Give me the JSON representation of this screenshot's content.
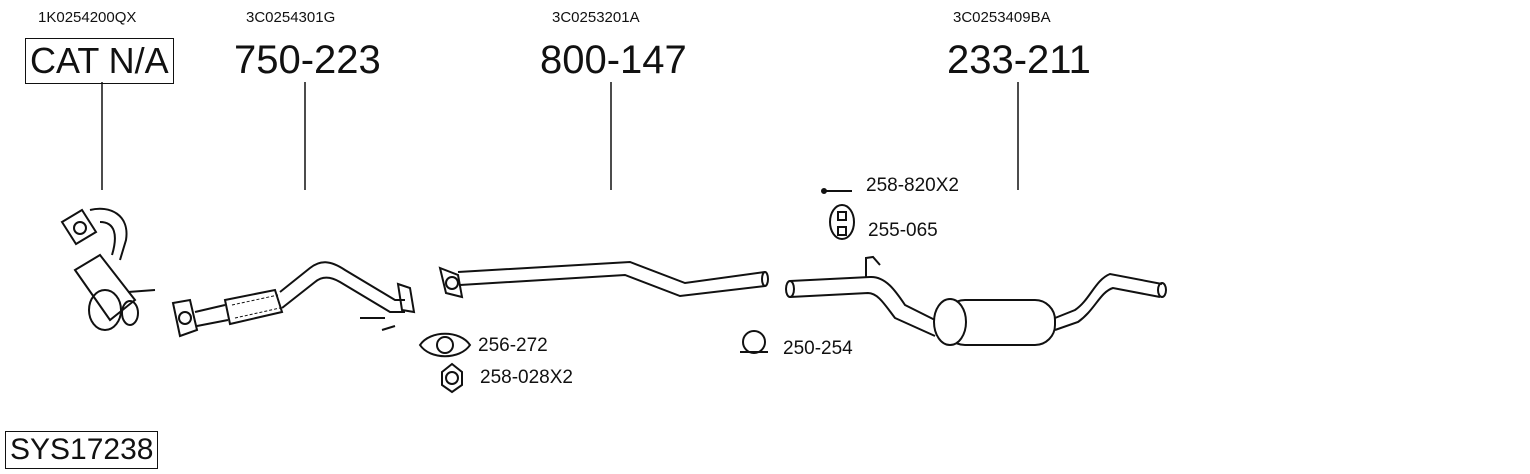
{
  "system_code": "SYS17238",
  "parts": [
    {
      "oe_number": "1K0254200QX",
      "part_number": "CAT N/A"
    },
    {
      "oe_number": "3C0254301G",
      "part_number": "750-223"
    },
    {
      "oe_number": "3C0253201A",
      "part_number": "800-147"
    },
    {
      "oe_number": "3C0253409BA",
      "part_number": "233-211"
    }
  ],
  "accessories": [
    {
      "part_number": "256-272",
      "icon": "gasket-icon"
    },
    {
      "part_number": "258-028X2",
      "icon": "nut-icon"
    },
    {
      "part_number": "250-254",
      "icon": "clamp-icon"
    },
    {
      "part_number": "258-820X2",
      "icon": "bolt-icon"
    },
    {
      "part_number": "255-065",
      "icon": "rubber-mount-icon"
    }
  ]
}
